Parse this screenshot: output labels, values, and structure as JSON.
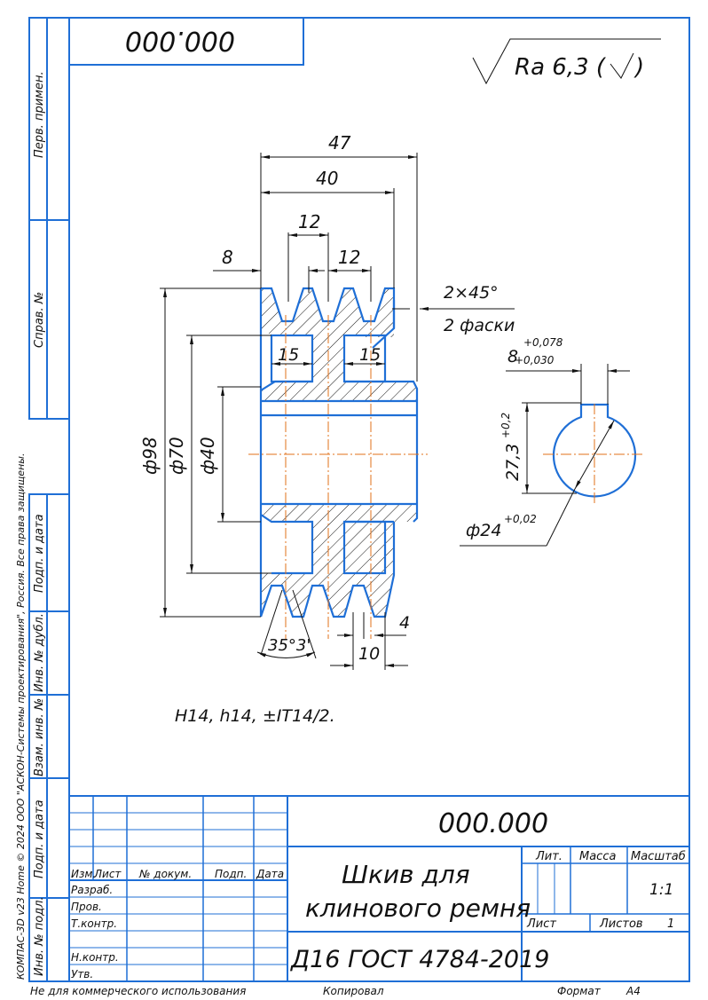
{
  "frame": {
    "doc_code_top": "000.000",
    "side_labels": {
      "perv_primen": "Перв. примен.",
      "sprav_no": "Справ. №",
      "podp_data_1": "Подп. и дата",
      "inv_dubl": "Инв. № дубл.",
      "vzam_inv": "Взам. инв. №",
      "podp_data_2": "Подп. и дата",
      "inv_podl": "Инв. № подл."
    },
    "copyright": "КОМПАС-3D v23 Home © 2024 ООО \"АСКОН-Системы проектирования\", Россия. Все права защищены.",
    "bottom_left": "Не для коммерческого использования",
    "bottom_mid": "Копировал",
    "format_label": "Формат",
    "format_value": "A4"
  },
  "roughness": {
    "text": "Ra 6,3 (",
    "close": ")"
  },
  "dimensions": {
    "d47": "47",
    "d40": "40",
    "d12a": "12",
    "d12b": "12",
    "d8": "8",
    "chamfer": "2×45°",
    "chamfer_note": "2 фаски",
    "d15a": "15",
    "d15b": "15",
    "dia98": "ф98",
    "dia70": "ф70",
    "dia40": "ф40",
    "angle": "35°3'",
    "d4": "4",
    "d10": "10",
    "key_width": "8",
    "key_width_tol_upper": "+0,078",
    "key_width_tol_lower": "+0,030",
    "key_depth": "27,3",
    "key_depth_tol": "+0,2",
    "bore": "ф24",
    "bore_tol": "+0,02"
  },
  "tolerance_note": "H14, h14, ±IT14/2.",
  "title_block": {
    "doc_code": "000.000",
    "name_line1": "Шкив для",
    "name_line2": "клинового ремня",
    "material": "Д16 ГОСТ 4784-2019",
    "col_izm": "Изм.",
    "col_list": "Лист",
    "col_docum": "№ докум.",
    "col_podp": "Подп.",
    "col_data": "Дата",
    "razrab": "Разраб.",
    "prov": "Пров.",
    "tkontr": "Т.контр.",
    "nkontr": "Н.контр.",
    "utv": "Утв.",
    "lit": "Лит.",
    "massa": "Масса",
    "masshtab": "Масштаб",
    "scale_value": "1:1",
    "list_label": "Лист",
    "listov_label": "Листов",
    "listov_value": "1"
  }
}
